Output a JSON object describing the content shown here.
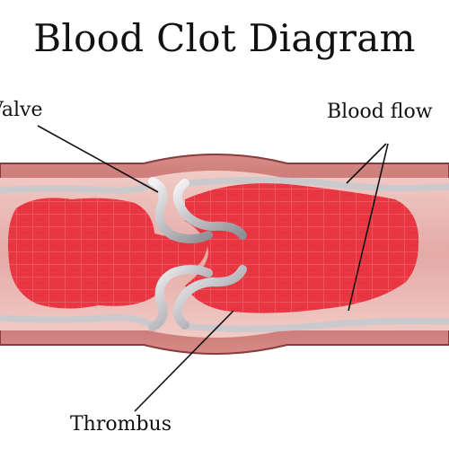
{
  "title": "Blood Clot Diagram",
  "labels": {
    "valve": "Valve",
    "blood_flow": "Blood flow",
    "thrombus": "Thrombus"
  },
  "colors": {
    "vessel_wall": "#b85a5c",
    "vessel_lumen": "#e9b9b6",
    "clot": "#e8303c",
    "valve": "#cfcfd3"
  }
}
